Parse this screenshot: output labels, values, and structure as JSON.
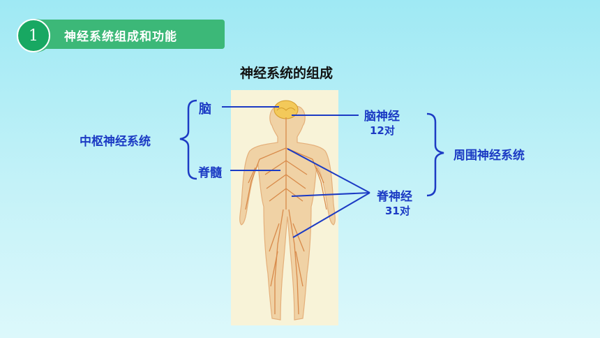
{
  "header": {
    "section_number": "1",
    "title": "神经系统组成和功能"
  },
  "diagram": {
    "title": "神经系统的组成",
    "central": {
      "label": "中枢神经系统",
      "brain": "脑",
      "spinal_cord": "脊髓"
    },
    "peripheral": {
      "label": "周围神经系统",
      "cranial_nerves": {
        "name": "脑神经",
        "count": "12对"
      },
      "spinal_nerves": {
        "name": "脊神经",
        "count": "31对"
      }
    }
  },
  "colors": {
    "background_top": "#9fe9f4",
    "background_bottom": "#dcf8fb",
    "header_green": "#3cb878",
    "label_blue": "#1c3bc4",
    "nerve_orange": "#d88a4a"
  }
}
